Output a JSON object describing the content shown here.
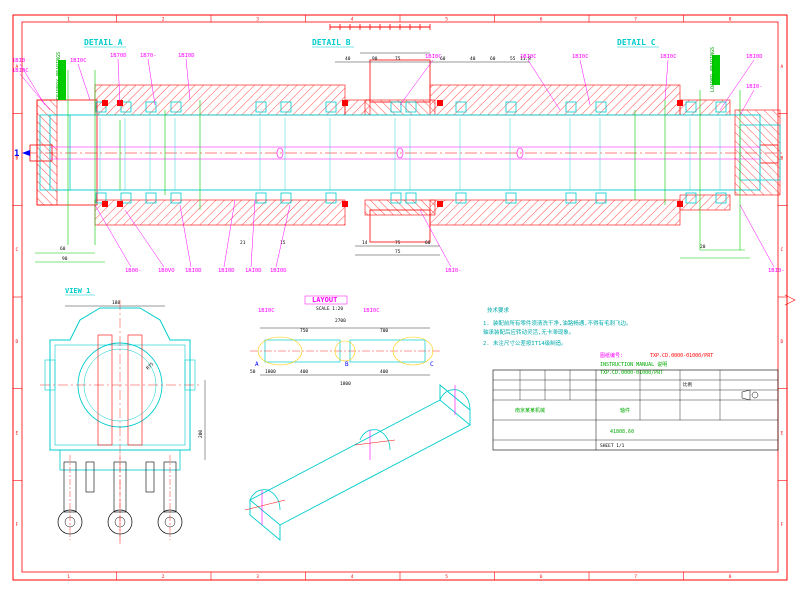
{
  "sheet": {
    "border_numbers_top": [
      "1",
      "2",
      "3",
      "4",
      "5",
      "6",
      "7",
      "8"
    ],
    "border_letters_side": [
      "A",
      "B",
      "C",
      "D",
      "E",
      "F"
    ]
  },
  "main_view": {
    "details": [
      "DETAIL A",
      "DETAIL B",
      "DETAIL C"
    ],
    "view_marker": "1",
    "labels_top": [
      "1BI0",
      "1BI0C",
      "1BI0C",
      "1B70D",
      "1B70-",
      "1BI0D",
      "1BI0C",
      "1BI0C",
      "1BI0C",
      "1BI0C",
      "1BI0D",
      "1BI0-"
    ],
    "labels_bottom": [
      "1B00-",
      "1B0VO",
      "1BI0D",
      "1BI0D",
      "1AI0D",
      "1BI0D",
      "1BI0-",
      "1BI0-"
    ],
    "vertical_texts": [
      "GEARBOX BEARINGS",
      "LOADER BEARINGS"
    ],
    "dims_top": [
      "40",
      "90",
      "75",
      "60",
      "40",
      "60",
      "55",
      "11.8"
    ],
    "dims_bottom": [
      "60",
      "90",
      "75",
      "14",
      "60",
      "75",
      "21",
      "15",
      "20"
    ]
  },
  "view_1": {
    "title": "VIEW 1",
    "dim_width": "188",
    "dim_radius": "R75",
    "dim_height": "200"
  },
  "layout": {
    "title": "LAYOUT",
    "subtitle": "SCALE 1:20",
    "labels": [
      "1BI0C",
      "1BI0C"
    ],
    "dims": [
      "750",
      "2700",
      "700",
      "1800",
      "400",
      "400",
      "1800",
      "50"
    ],
    "markers": [
      "A",
      "B",
      "C"
    ]
  },
  "notes": {
    "heading": "技术要求",
    "items": [
      "1.  装配前所有零件须清洗干净,油路畅通,不得有毛刺飞边。",
      "    轴承装配后应转动灵活,无卡滞现象。",
      "2.  未注尺寸公差按IT14级制造。"
    ]
  },
  "title_block": {
    "ref1": "TXP.CD.0000-01000/PRT",
    "line1": "INSTRUCTION MANUAL 说明",
    "line2": "TXP.CD.0000-01000/PRT",
    "part_no": "41808.60",
    "company": "南京某某机械",
    "part_name": "轴件",
    "scale_label": "比例",
    "sheet_label": "SHEET 1/1"
  }
}
